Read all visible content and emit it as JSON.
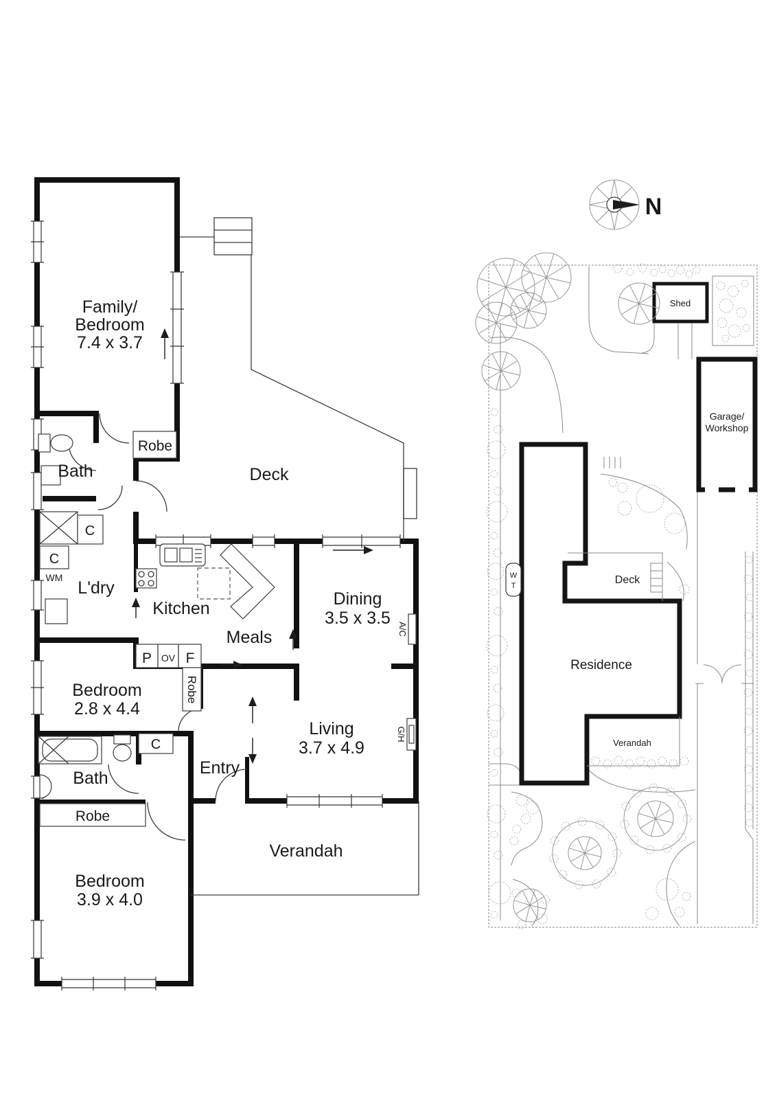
{
  "colors": {
    "wall": "#111111",
    "thin_line": "#3a3a3a",
    "site_line": "#8a8a8a",
    "tree": "#969696",
    "background": "#ffffff"
  },
  "floor_plan": {
    "family_bedroom": {
      "line1": "Family/",
      "line2": "Bedroom",
      "dims": "7.4 x 3.7"
    },
    "robe_top": "Robe",
    "bath_top": "Bath",
    "linen_c1": "C",
    "linen_c2": "C",
    "wm": "WM",
    "laundry": "L'dry",
    "kitchen": "Kitchen",
    "meals": "Meals",
    "dining": {
      "name": "Dining",
      "dims": "3.5 x 3.5"
    },
    "pantry": "P",
    "oven": "OV",
    "fridge": "F",
    "robe_mid": "Robe",
    "bedroom_mid": {
      "name": "Bedroom",
      "dims": "2.8 x 4.4"
    },
    "closet_c3": "C",
    "bath_bottom": "Bath",
    "robe_bottom": "Robe",
    "entry": "Entry",
    "living": {
      "name": "Living",
      "dims": "3.7 x 4.9"
    },
    "ac": "A/C",
    "gh": "G/H",
    "bedroom_bottom": {
      "name": "Bedroom",
      "dims": "3.9 x 4.0"
    },
    "verandah": "Verandah",
    "deck": "Deck"
  },
  "site_plan": {
    "north": "N",
    "shed": "Shed",
    "garage": {
      "line1": "Garage/",
      "line2": "Workshop"
    },
    "deck": "Deck",
    "residence": "Residence",
    "verandah": "Verandah",
    "water_tank": {
      "line1": "W",
      "line2": "T"
    }
  }
}
